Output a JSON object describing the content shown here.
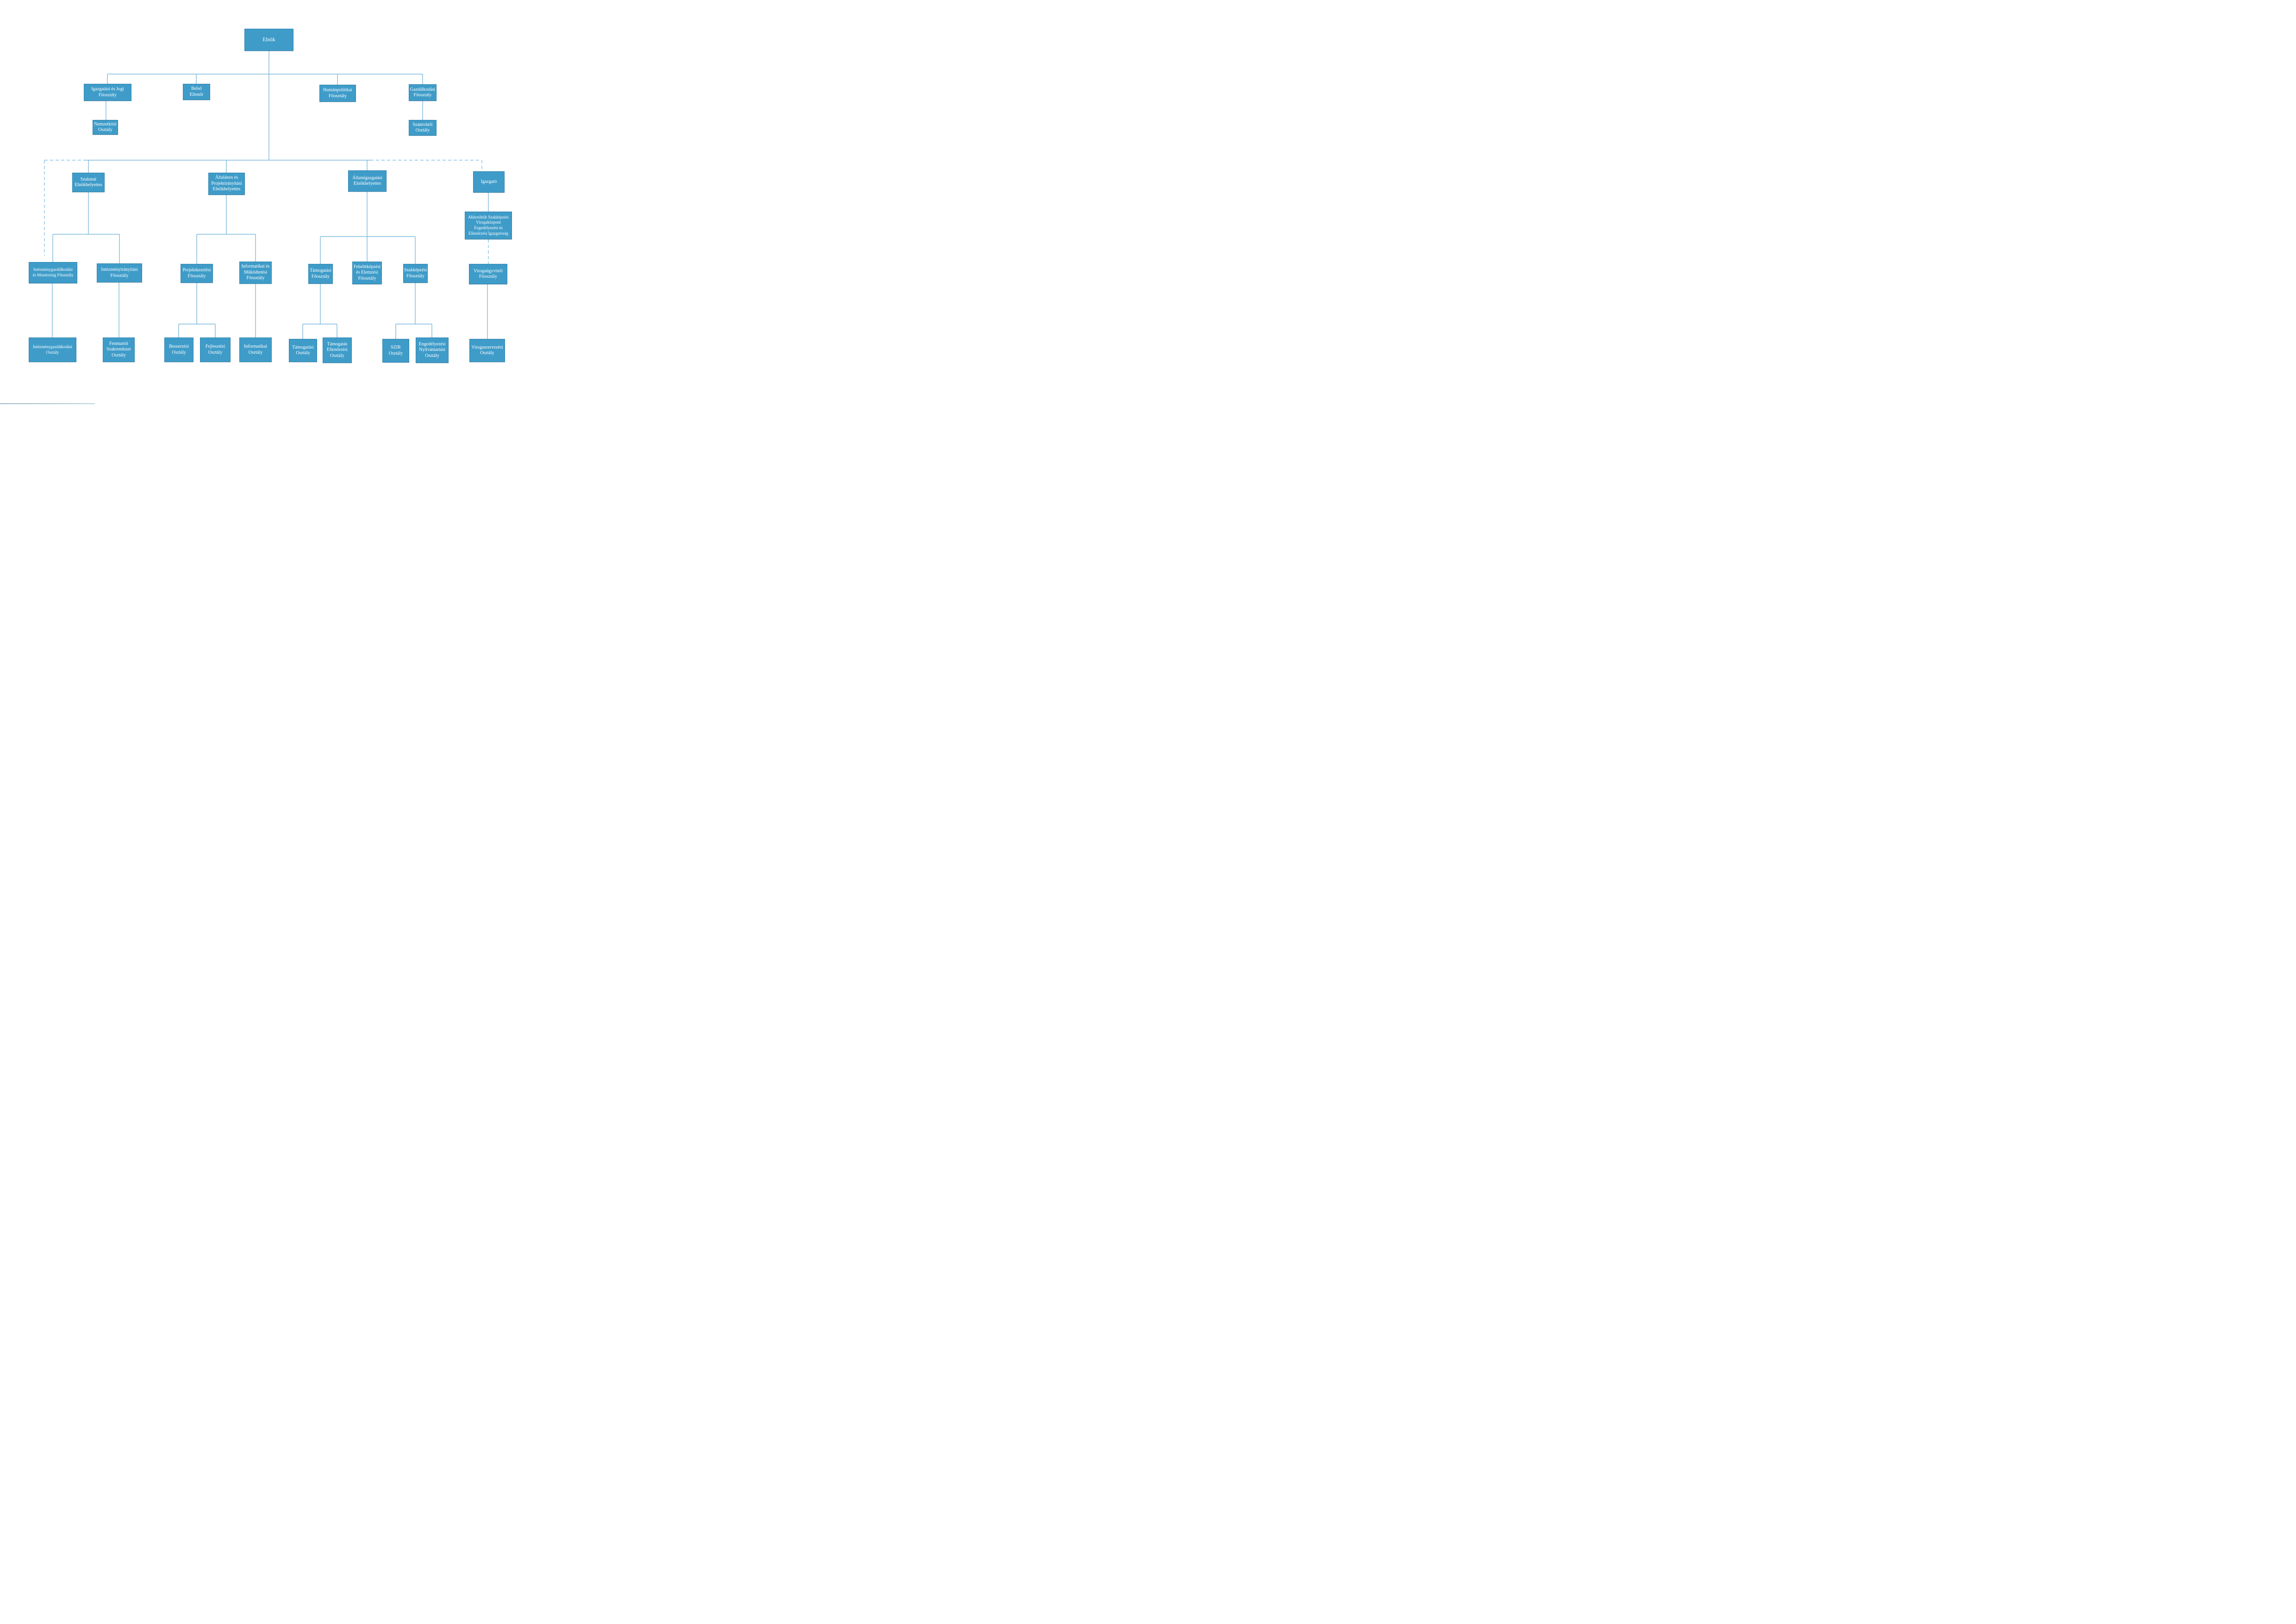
{
  "diagram": {
    "type": "org-chart",
    "language": "hu",
    "colors": {
      "node_fill": "#3f9cc9",
      "node_border": "#246e96",
      "node_text": "#ffffff",
      "connector_solid": "#66aed6",
      "connector_dashed": "#74b7e0"
    }
  },
  "nodes": {
    "elnok": {
      "label": "Elnök"
    },
    "igazgatasi_jogi": {
      "label": "Igazgatási és Jogi\nFőosztály"
    },
    "belso_ellenor": {
      "label": "Belső\nEllenőr"
    },
    "humanpolitikai": {
      "label": "Humánpolitikai\nFőosztály"
    },
    "gazdalkodasi": {
      "label": "Gazdálkodási\nFőosztály"
    },
    "nemzetkozi": {
      "label": "Nemzetközi\nOsztály"
    },
    "szamviteli": {
      "label": "Számviteli\nOsztály"
    },
    "szakmai_eh": {
      "label": "Szakmai\nElnökhelyettes"
    },
    "altalanos_eh": {
      "label": "Általános és\nProjektirányítási\nElnökhelyettes"
    },
    "allamigazgatasi_eh": {
      "label": "Államigazgatási\nElnökhelyettes"
    },
    "igazgato": {
      "label": "Igazgató"
    },
    "akkreditalt": {
      "label": "Akkreditált Szakképzési\nVizsgaközpont\nEngedélyezési és\nEllenőrzési Igazgatóság"
    },
    "intezmenygazd_monitoring": {
      "label": "Intézménygazdálkodási\nés Monitoring Főosztály"
    },
    "intezmenyiranyitasi": {
      "label": "Intézményirányítási\nFőosztály"
    },
    "projektkezelesi": {
      "label": "Projektkezelési\nFőosztály"
    },
    "informatikai_mukodtetesi": {
      "label": "Informatikai és\nMűködtetési\nFőosztály"
    },
    "tamogatasi_fo": {
      "label": "Támogatási\nFőosztály"
    },
    "felnottkepzesi": {
      "label": "Felnőttképzési\nés Elemzési\nFőosztály"
    },
    "szakkepzesi_fo": {
      "label": "Szakképzési\nFőosztály"
    },
    "vizsgaugyviteli": {
      "label": "Vizsgaügyviteli\nFőosztály"
    },
    "intezmenygazd_osztaly": {
      "label": "Intézménygazdálkodási\nOsztály"
    },
    "fenntartoi": {
      "label": "Fenntartói\nSzakrendszer\nOsztály"
    },
    "beszerzesi": {
      "label": "Beszerzési\nOsztály"
    },
    "fejlesztesi": {
      "label": "Fejlesztési\nOsztály"
    },
    "informatikai_osztaly": {
      "label": "Informatikai\nOsztály"
    },
    "tamogatasi_osztaly": {
      "label": "Támogatási\nOsztály"
    },
    "tamogatas_ellenorzesi": {
      "label": "Támogatás\nEllenőrzési\nOsztály"
    },
    "szir": {
      "label": "SZIR\nOsztály"
    },
    "engedelyezesi_nyilvantartasi": {
      "label": "Engedélyezési\nNyilvántartási\nOsztály"
    },
    "vizsgaszervezesi": {
      "label": "Vizsgaszervezési\nOsztály"
    }
  },
  "edges": [
    {
      "from": "elnok",
      "to": "igazgatasi_jogi",
      "style": "solid"
    },
    {
      "from": "elnok",
      "to": "belso_ellenor",
      "style": "solid"
    },
    {
      "from": "elnok",
      "to": "humanpolitikai",
      "style": "solid"
    },
    {
      "from": "elnok",
      "to": "gazdalkodasi",
      "style": "solid"
    },
    {
      "from": "igazgatasi_jogi",
      "to": "nemzetkozi",
      "style": "solid"
    },
    {
      "from": "gazdalkodasi",
      "to": "szamviteli",
      "style": "solid"
    },
    {
      "from": "elnok",
      "to": "szakmai_eh",
      "style": "solid"
    },
    {
      "from": "elnok",
      "to": "altalanos_eh",
      "style": "solid"
    },
    {
      "from": "elnok",
      "to": "allamigazgatasi_eh",
      "style": "solid"
    },
    {
      "from": "elnok",
      "to": "igazgato",
      "style": "dashed"
    },
    {
      "from": "szakmai_eh",
      "to": "intezmenygazd_monitoring",
      "style": "solid"
    },
    {
      "from": "szakmai_eh",
      "to": "intezmenyiranyitasi",
      "style": "solid"
    },
    {
      "from": "altalanos_eh",
      "to": "projektkezelesi",
      "style": "solid"
    },
    {
      "from": "altalanos_eh",
      "to": "informatikai_mukodtetesi",
      "style": "solid"
    },
    {
      "from": "allamigazgatasi_eh",
      "to": "tamogatasi_fo",
      "style": "solid"
    },
    {
      "from": "allamigazgatasi_eh",
      "to": "felnottkepzesi",
      "style": "solid"
    },
    {
      "from": "allamigazgatasi_eh",
      "to": "szakkepzesi_fo",
      "style": "solid"
    },
    {
      "from": "igazgato",
      "to": "akkreditalt",
      "style": "solid"
    },
    {
      "from": "akkreditalt",
      "to": "vizsgaugyviteli",
      "style": "dashed"
    },
    {
      "from": "intezmenygazd_monitoring",
      "to": "intezmenygazd_osztaly",
      "style": "solid"
    },
    {
      "from": "intezmenyiranyitasi",
      "to": "fenntartoi",
      "style": "solid"
    },
    {
      "from": "projektkezelesi",
      "to": "beszerzesi",
      "style": "solid"
    },
    {
      "from": "projektkezelesi",
      "to": "fejlesztesi",
      "style": "solid"
    },
    {
      "from": "informatikai_mukodtetesi",
      "to": "informatikai_osztaly",
      "style": "solid"
    },
    {
      "from": "tamogatasi_fo",
      "to": "tamogatasi_osztaly",
      "style": "solid"
    },
    {
      "from": "tamogatasi_fo",
      "to": "tamogatas_ellenorzesi",
      "style": "solid"
    },
    {
      "from": "szakkepzesi_fo",
      "to": "szir",
      "style": "solid"
    },
    {
      "from": "szakkepzesi_fo",
      "to": "engedelyezesi_nyilvantartasi",
      "style": "solid"
    },
    {
      "from": "vizsgaugyviteli",
      "to": "vizsgaszervezesi",
      "style": "solid"
    }
  ]
}
